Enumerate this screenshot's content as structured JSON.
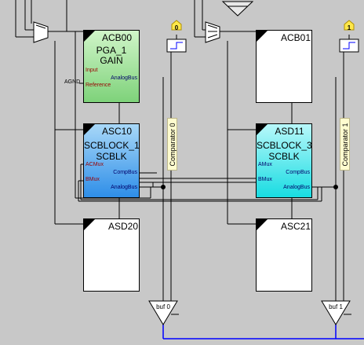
{
  "blocks": {
    "acb00": {
      "name": "ACB00",
      "user": "PGA_1",
      "type": "GAIN",
      "pin_input": "Input",
      "pin_reference": "Reference",
      "pin_analogbus": "AnalogBus",
      "agnd": "AGND"
    },
    "asc10": {
      "name": "ASC10",
      "user": "SCBLOCK_1",
      "type": "SCBLK",
      "pin_acmux": "ACMux",
      "pin_bmux": "BMux",
      "pin_compbus": "CompBus",
      "pin_analogbus": "AnalogBus"
    },
    "acb01": {
      "name": "ACB01"
    },
    "asd11": {
      "name": "ASD11",
      "user": "SCBLOCK_3",
      "type": "SCBLK",
      "pin_amux": "AMux",
      "pin_bmux": "BMux",
      "pin_compbus": "CompBus",
      "pin_analogbus": "AnalogBus"
    },
    "asd20": {
      "name": "ASD20"
    },
    "asc21": {
      "name": "ASC21"
    }
  },
  "comparators": {
    "c0": "Comparator 0",
    "c1": "Comparator 1"
  },
  "column_tags": {
    "t0": "0",
    "t1": "1"
  },
  "buffers": {
    "b0": "buf 0",
    "b1": "buf 1"
  },
  "colors": {
    "background": "#c8c8c8",
    "gain_block": "#a6e6a0",
    "scblk_blue": "#4aa8f0",
    "scblk_cyan": "#33e8ec",
    "empty_block": "#ffffff",
    "bus_blue": "#0000ff",
    "tag_yellow": "#ffe84a"
  }
}
